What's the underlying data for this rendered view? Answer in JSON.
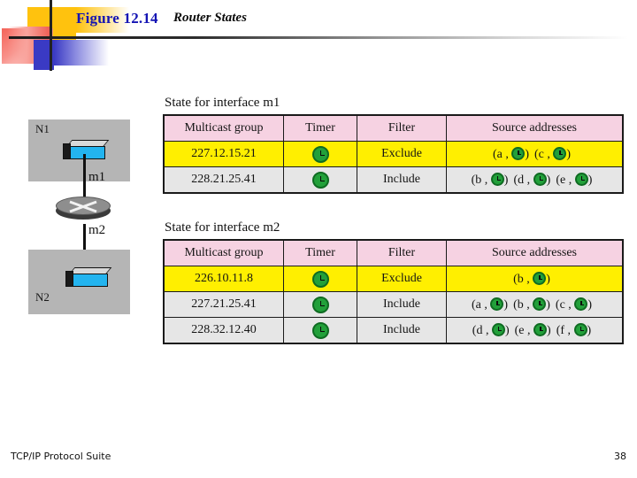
{
  "header": {
    "figure_label": "Figure 12.14",
    "figure_title": "Router States"
  },
  "diagram": {
    "network_top_label": "N1",
    "network_bottom_label": "N2",
    "interface_top_label": "m1",
    "interface_bottom_label": "m2",
    "router_icon": "router-icon",
    "host_icon": "host-icon"
  },
  "tables": [
    {
      "caption": "State for interface m1",
      "columns": [
        "Multicast group",
        "Timer",
        "Filter",
        "Source addresses"
      ],
      "rows": [
        {
          "highlight": true,
          "group": "227.12.15.21",
          "timer": "timer-clock-icon",
          "filter": "Exclude",
          "sources": [
            "a",
            "c"
          ]
        },
        {
          "highlight": false,
          "group": "228.21.25.41",
          "timer": "timer-clock-icon",
          "filter": "Include",
          "sources": [
            "b",
            "d",
            "e"
          ]
        }
      ]
    },
    {
      "caption": "State for interface m2",
      "columns": [
        "Multicast group",
        "Timer",
        "Filter",
        "Source addresses"
      ],
      "rows": [
        {
          "highlight": true,
          "group": "226.10.11.8",
          "timer": "timer-clock-icon",
          "filter": "Exclude",
          "sources": [
            "b"
          ]
        },
        {
          "highlight": false,
          "group": "227.21.25.41",
          "timer": "timer-clock-icon",
          "filter": "Include",
          "sources": [
            "a",
            "b",
            "c"
          ]
        },
        {
          "highlight": false,
          "group": "228.32.12.40",
          "timer": "timer-clock-icon",
          "filter": "Include",
          "sources": [
            "d",
            "e",
            "f"
          ]
        }
      ]
    }
  ],
  "footer": {
    "book_title": "TCP/IP Protocol Suite",
    "page_number": "38"
  },
  "colors": {
    "figure_label": "#1414b4",
    "table_header_bg": "#f6d2e2",
    "row_highlight_bg": "#ffef00",
    "row_plain_bg": "#e6e6e6",
    "timer_green": "#22a03a",
    "host_cyan": "#23b4ef",
    "network_gray": "#b5b5b5"
  }
}
